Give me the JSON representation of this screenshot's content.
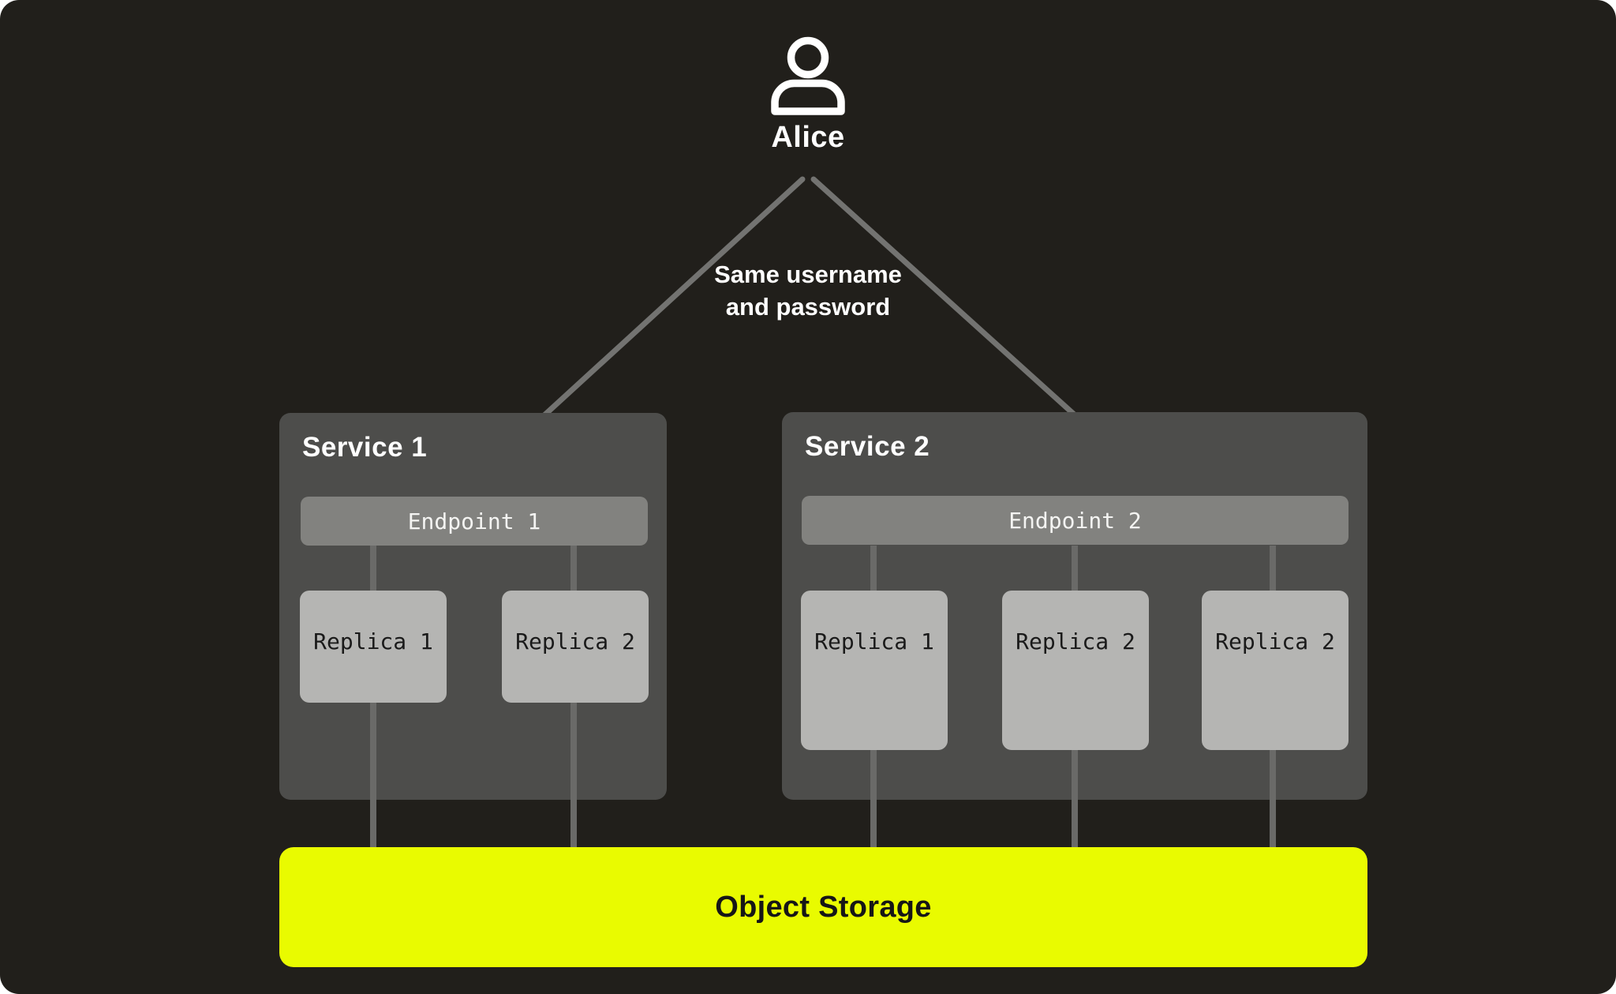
{
  "user": {
    "name": "Alice"
  },
  "connection": {
    "label_line1": "Same username",
    "label_line2": "and password"
  },
  "services": [
    {
      "title": "Service 1",
      "endpoint_label": "Endpoint 1",
      "replicas": [
        {
          "label": "Replica 1"
        },
        {
          "label": "Replica 2"
        }
      ]
    },
    {
      "title": "Service 2",
      "endpoint_label": "Endpoint 2",
      "replicas": [
        {
          "label": "Replica 1"
        },
        {
          "label": "Replica 2"
        },
        {
          "label": "Replica 2"
        }
      ]
    }
  ],
  "storage": {
    "label": "Object Storage"
  },
  "colors": {
    "page_bg": "#ffffff",
    "canvas_bg": "#211f1b",
    "service_bg": "#4d4d4b",
    "endpoint_bg": "#82827f",
    "replica_bg": "#b5b5b3",
    "connector_line": "#6a6a68",
    "arrow": "#737371",
    "storage_bg": "#e9fb00",
    "text_light": "#ffffff",
    "text_dark": "#1a1a1a"
  }
}
